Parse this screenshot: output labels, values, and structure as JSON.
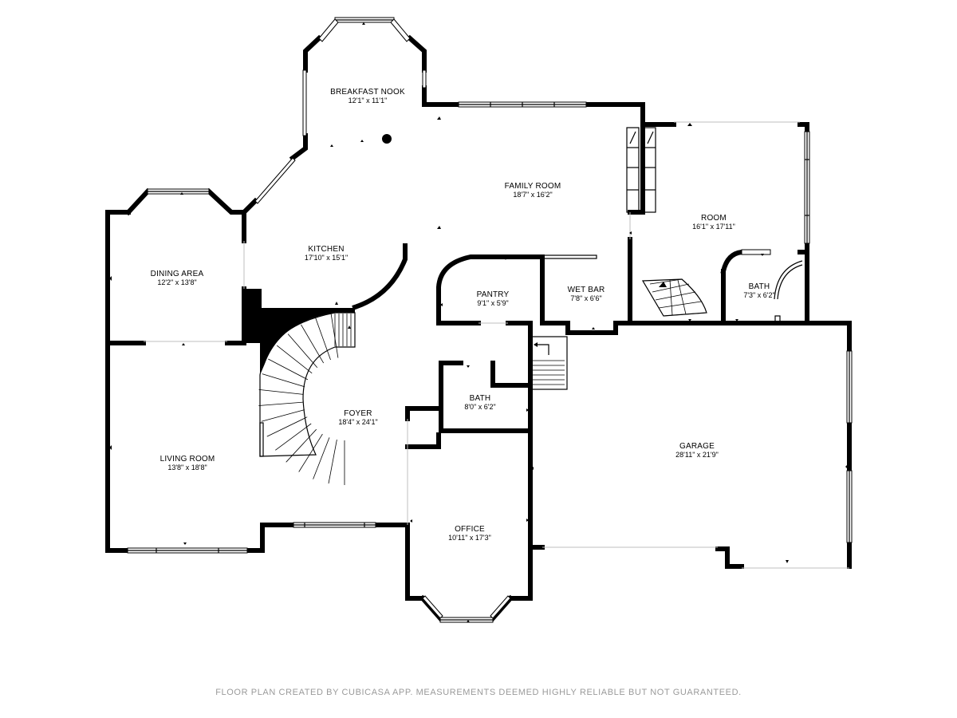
{
  "rooms": [
    {
      "id": "breakfast-nook",
      "name": "BREAKFAST NOOK",
      "size": "12'1\" x 11'1\""
    },
    {
      "id": "family-room",
      "name": "FAMILY ROOM",
      "size": "18'7\" x 16'2\""
    },
    {
      "id": "room",
      "name": "ROOM",
      "size": "16'1\" x 17'11\""
    },
    {
      "id": "kitchen",
      "name": "KITCHEN",
      "size": "17'10\" x 15'1\""
    },
    {
      "id": "dining-area",
      "name": "DINING AREA",
      "size": "12'2\" x 13'8\""
    },
    {
      "id": "pantry",
      "name": "PANTRY",
      "size": "9'1\" x 5'9\""
    },
    {
      "id": "wet-bar",
      "name": "WET BAR",
      "size": "7'8\" x 6'6\""
    },
    {
      "id": "bath-upper",
      "name": "BATH",
      "size": "7'3\" x 6'2\""
    },
    {
      "id": "bath-lower",
      "name": "BATH",
      "size": "8'0\" x 6'2\""
    },
    {
      "id": "foyer",
      "name": "FOYER",
      "size": "18'4\" x 24'1\""
    },
    {
      "id": "living-room",
      "name": "LIVING ROOM",
      "size": "13'8\" x 18'8\""
    },
    {
      "id": "garage",
      "name": "GARAGE",
      "size": "28'11\" x 21'9\""
    },
    {
      "id": "office",
      "name": "OFFICE",
      "size": "10'11\" x 17'3\""
    }
  ],
  "footer": "FLOOR PLAN CREATED BY CUBICASA APP. MEASUREMENTS DEEMED HIGHLY RELIABLE BUT NOT GUARANTEED."
}
